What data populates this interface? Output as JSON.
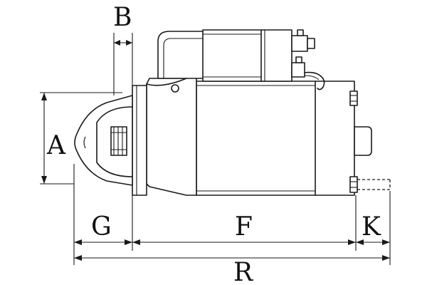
{
  "diagram": {
    "subject": "starter-motor",
    "labels": {
      "A": "A",
      "B": "B",
      "G": "G",
      "F": "F",
      "K": "K",
      "R": "R"
    }
  }
}
